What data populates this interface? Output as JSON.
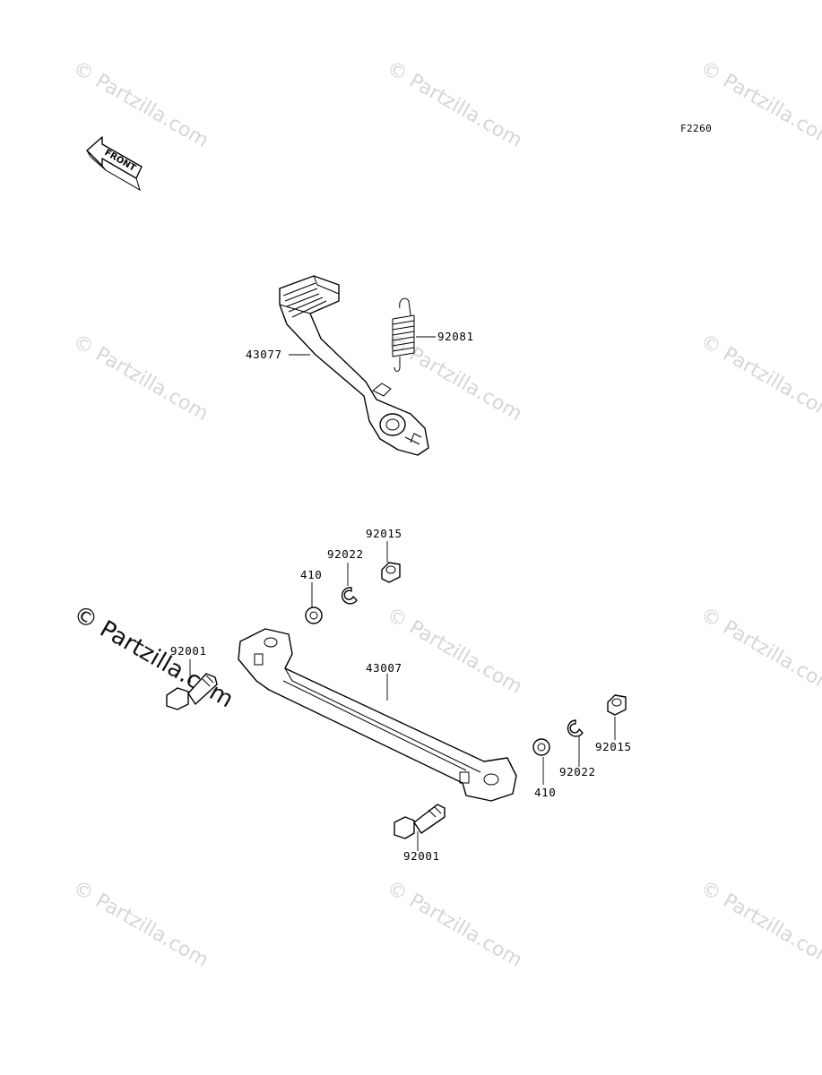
{
  "diagram": {
    "code": "F2260",
    "front_label": "FRONT",
    "watermark_text": "© Partzilla.com",
    "watermark_prominent": "© Partzilla.com",
    "labels": {
      "brake_pedal": "43077",
      "spring": "92081",
      "rod": "43007",
      "bolt_left": "92001",
      "bolt_bottom": "92001",
      "washer_top": "410",
      "clip_top": "92022",
      "nut_top": "92015",
      "washer_right": "410",
      "clip_right": "92022",
      "nut_right": "92015"
    }
  }
}
